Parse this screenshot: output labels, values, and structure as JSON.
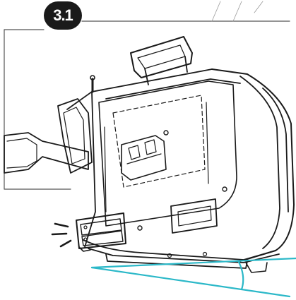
{
  "step": {
    "label": "3.1"
  },
  "colors": {
    "line": "#1a1a1a",
    "background": "#ffffff",
    "angle_indicator": "#2bb8c8",
    "badge": "#1a1a1a"
  },
  "icons": [
    "device-illustration",
    "clip-release-icon",
    "angle-indicator"
  ]
}
